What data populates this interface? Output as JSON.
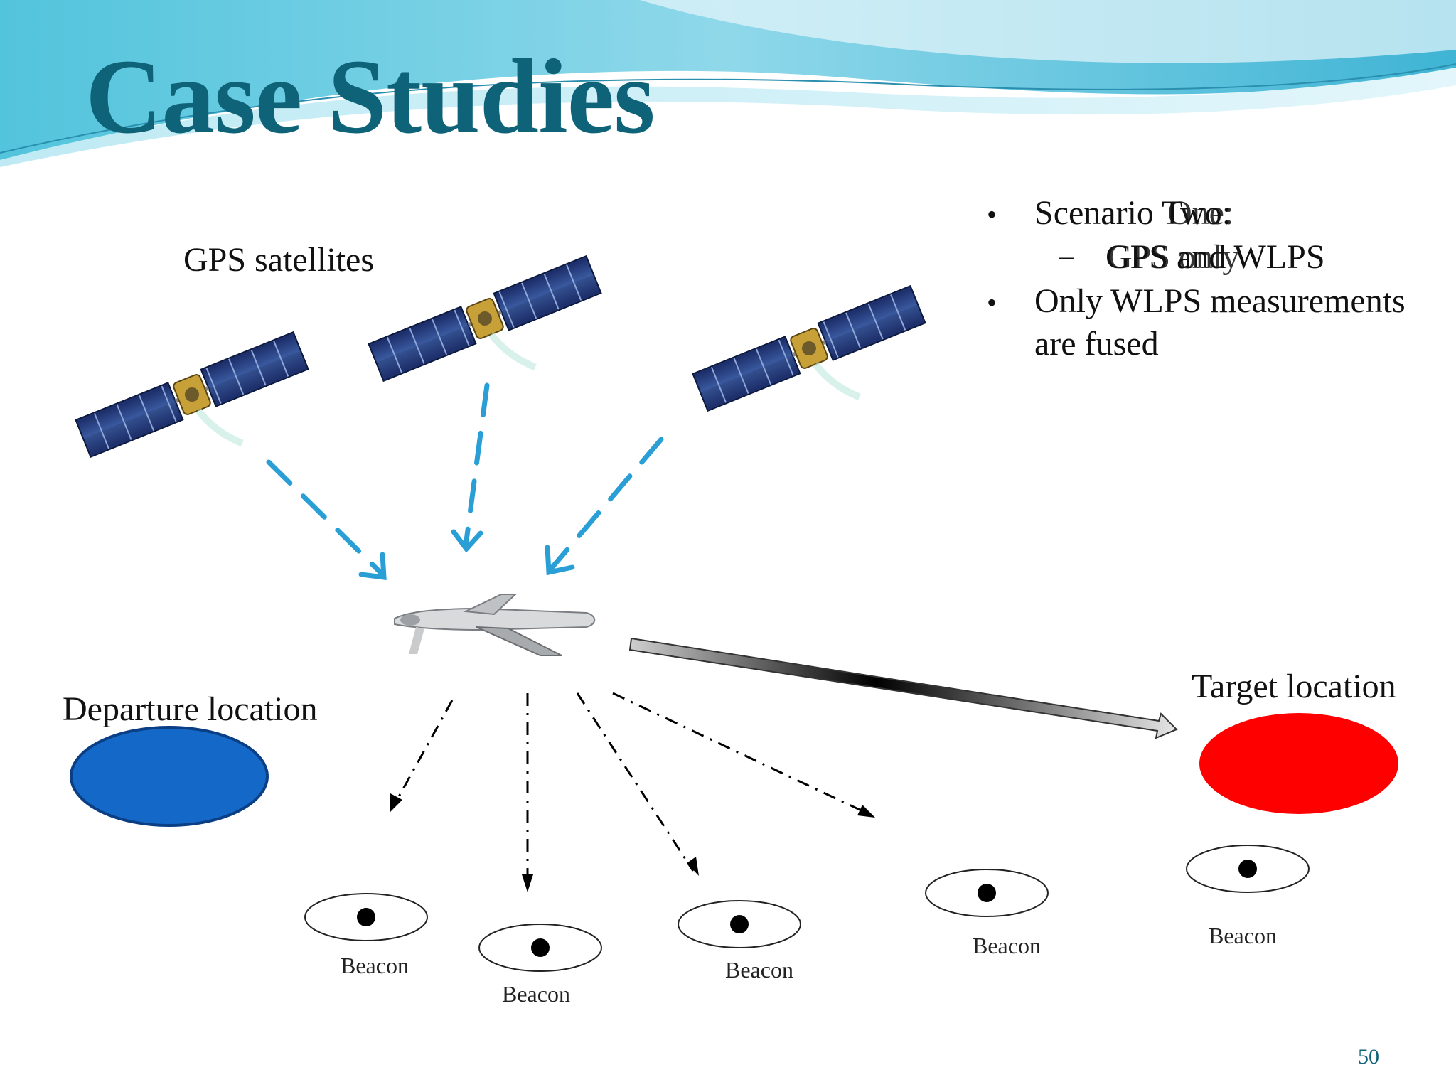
{
  "slide": {
    "title": "Case Studies",
    "page_number": "50"
  },
  "bullets": {
    "item1": "Scenario Two:",
    "item1_overlay": "One:",
    "sub1": "GPS and WLPS",
    "sub1_overlay": "GPS only",
    "item2_line1": "Only WLPS measurements",
    "item2_line2": "are fused"
  },
  "diagram": {
    "gps_label": "GPS satellites",
    "departure_label": "Departure location",
    "target_label": "Target location",
    "beacons": [
      "Beacon",
      "Beacon",
      "Beacon",
      "Beacon",
      "Beacon"
    ],
    "colors": {
      "departure": "#1469c8",
      "target": "#ff0000",
      "gps_arrow": "#2a9fd6",
      "title": "#0e6378"
    },
    "icons": [
      "satellite-icon",
      "drone-icon"
    ]
  }
}
